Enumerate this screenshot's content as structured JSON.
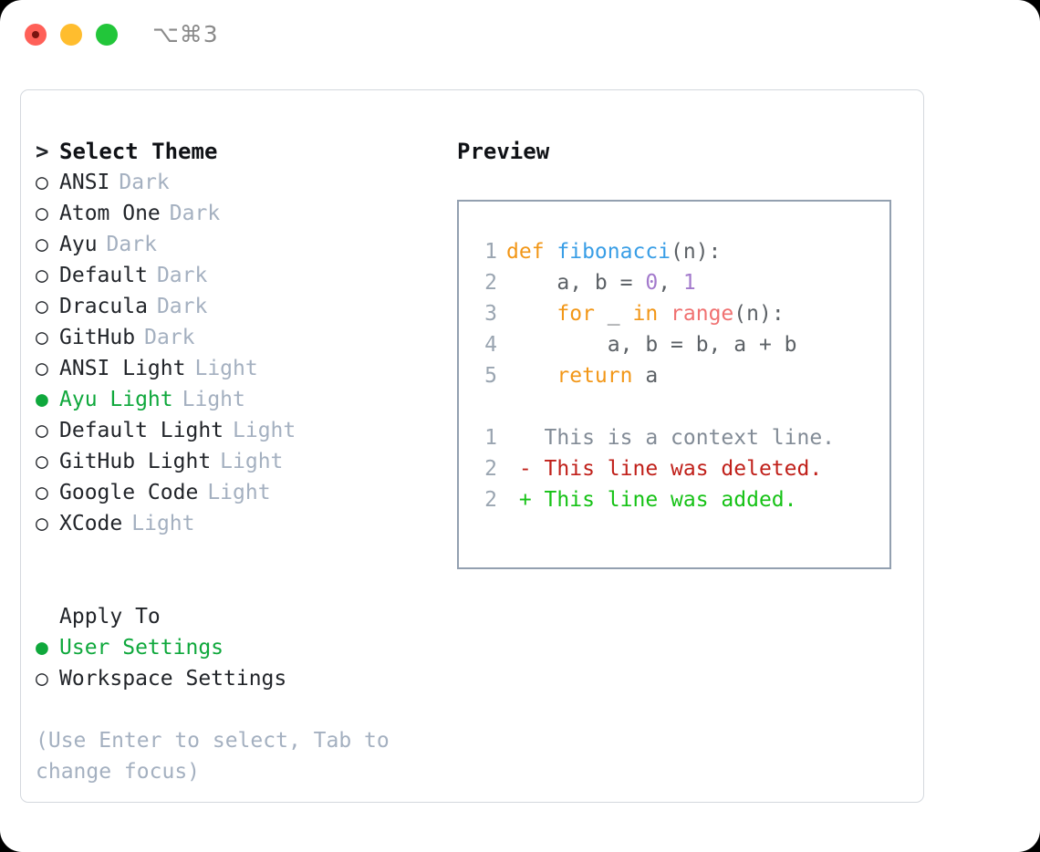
{
  "titlebar": {
    "shortcut": "⌥⌘3",
    "lights": [
      "close",
      "minimize",
      "maximize"
    ]
  },
  "theme_picker": {
    "header": "Select Theme",
    "header_marker": ">",
    "marker_unselected": "○",
    "marker_selected": "●",
    "items": [
      {
        "name": "ANSI",
        "variant": "Dark",
        "selected": false
      },
      {
        "name": "Atom One",
        "variant": "Dark",
        "selected": false
      },
      {
        "name": "Ayu",
        "variant": "Dark",
        "selected": false
      },
      {
        "name": "Default",
        "variant": "Dark",
        "selected": false
      },
      {
        "name": "Dracula",
        "variant": "Dark",
        "selected": false
      },
      {
        "name": "GitHub",
        "variant": "Dark",
        "selected": false
      },
      {
        "name": "ANSI Light",
        "variant": "Light",
        "selected": false
      },
      {
        "name": "Ayu Light",
        "variant": "Light",
        "selected": true
      },
      {
        "name": "Default Light",
        "variant": "Light",
        "selected": false
      },
      {
        "name": "GitHub Light",
        "variant": "Light",
        "selected": false
      },
      {
        "name": "Google Code",
        "variant": "Light",
        "selected": false
      },
      {
        "name": "XCode",
        "variant": "Light",
        "selected": false
      }
    ]
  },
  "apply_to": {
    "title": "Apply To",
    "items": [
      {
        "name": "User Settings",
        "selected": true
      },
      {
        "name": "Workspace Settings",
        "selected": false
      }
    ]
  },
  "hint": "(Use Enter to select, Tab to change focus)",
  "preview": {
    "title": "Preview",
    "code_lines": [
      {
        "no": "1",
        "tokens": [
          {
            "t": "def ",
            "c": "kw"
          },
          {
            "t": "fibonacci",
            "c": "fn"
          },
          {
            "t": "(n):",
            "c": "punc"
          }
        ]
      },
      {
        "no": "2",
        "tokens": [
          {
            "t": "    a, b = ",
            "c": "var"
          },
          {
            "t": "0",
            "c": "num"
          },
          {
            "t": ", ",
            "c": "punc"
          },
          {
            "t": "1",
            "c": "num"
          }
        ]
      },
      {
        "no": "3",
        "tokens": [
          {
            "t": "    ",
            "c": "var"
          },
          {
            "t": "for",
            "c": "kw"
          },
          {
            "t": " _ ",
            "c": "var"
          },
          {
            "t": "in",
            "c": "kw"
          },
          {
            "t": " ",
            "c": "var"
          },
          {
            "t": "range",
            "c": "bif"
          },
          {
            "t": "(n):",
            "c": "punc"
          }
        ]
      },
      {
        "no": "4",
        "tokens": [
          {
            "t": "        a, b = b, a + b",
            "c": "var"
          }
        ]
      },
      {
        "no": "5",
        "tokens": [
          {
            "t": "    ",
            "c": "var"
          },
          {
            "t": "return",
            "c": "kw"
          },
          {
            "t": " a",
            "c": "var"
          }
        ]
      }
    ],
    "diff_lines": [
      {
        "no": "1",
        "sign": " ",
        "text": "This is a context line.",
        "cls": "diff-ctx"
      },
      {
        "no": "2",
        "sign": "-",
        "text": "This line was deleted.",
        "cls": "diff-del"
      },
      {
        "no": "2",
        "sign": "+",
        "text": "This line was added.",
        "cls": "diff-add"
      }
    ]
  },
  "colors": {
    "accent_green": "#0FA83C",
    "muted": "#A4B0C0",
    "keyword": "#F29718",
    "function": "#399EE6",
    "number": "#A37ACC",
    "builtin": "#F07171",
    "diff_delete": "#C0201A",
    "diff_add": "#16C216",
    "panel_border": "#D4D8DE",
    "preview_border": "#93A0B0"
  }
}
